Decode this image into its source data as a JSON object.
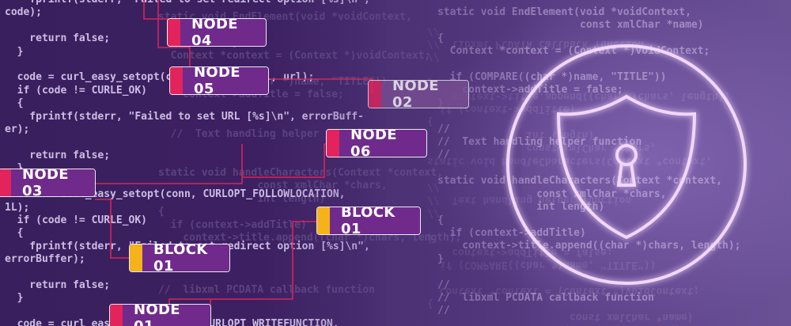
{
  "code_left": "    fprintf(stderr, \"Failed to set redirect option [%s]\\n\",\ncode);\n\n    return false;\n  }\n\n  code = curl_easy_setopt(conn, CURLOPT_URL, url);\n  if (code != CURLE_OK)\n  {\n    fprintf(stderr, \"Failed to set URL [%s]\\n\", errorBuff-\ner);\n\n    return false;\n  }\n\n  code = curl_easy_setopt(conn, CURLOPT_FOLLOWLOCATION,\n1L);\n  if (code != CURLE_OK)\n  {\n    fprintf(stderr, \"Failed to set redirect option [%s]\\n\",\nerrorBuffer);\n\n    return false;\n  }\n\n  code = curl_easy_setopt(conn, CURLOPT_WRITEFUNCTION,",
  "code_left_ghost": "static void EndElement(void *voidContext,\n\n            }\n  Context *context = (Context *)voidContext;\n\n  if (COMPARE((char *)name, \"TITLE\"))\n    context->addTitle = false;\n\n\n  //  Text handling helper function\n\n\nstatic void handleCharacters(Context *context,\n                const xmlChar *chars,\n                int length)\n{\n  if (context->addTitle)\n    context->title.append((char *)chars, length);\n}\n\n\n//  libxml PCDATA callback function",
  "code_right": "static void EndElement(void *voidContext,\n                       const xmlChar *name)\n{\n  Context *context = (Context *)voidContext;\n\n  if (COMPARE((char *)name, \"TITLE\"))\n    context->addTitle = false;\n}\n\n//\n//  Text handling helper function\n//\n\nstatic void handleCharacters(Context *context,\n                const xmlChar *chars,\n                int length)\n{\n  if (context->addTitle)\n    context->title.append((char *)chars, length);\n}\n\n//\n//  libxml PCDATA callback function\n//",
  "tags": {
    "node04": "NODE 04",
    "node05": "NODE 05",
    "node02": "NODE 02",
    "node06": "NODE 06",
    "node03": "NODE 03",
    "block01_right": "BLOCK 01",
    "block01_left": "BLOCK 01",
    "node01": "NODE 01"
  },
  "colors": {
    "node_accent": "#e3245c",
    "block_accent": "#f5b21a",
    "tag_fill": "#6f2a8c",
    "wire": "#d8245a",
    "shield_glow": "#f2d6ff"
  },
  "icons": {
    "shield": "shield-keyhole-icon"
  }
}
